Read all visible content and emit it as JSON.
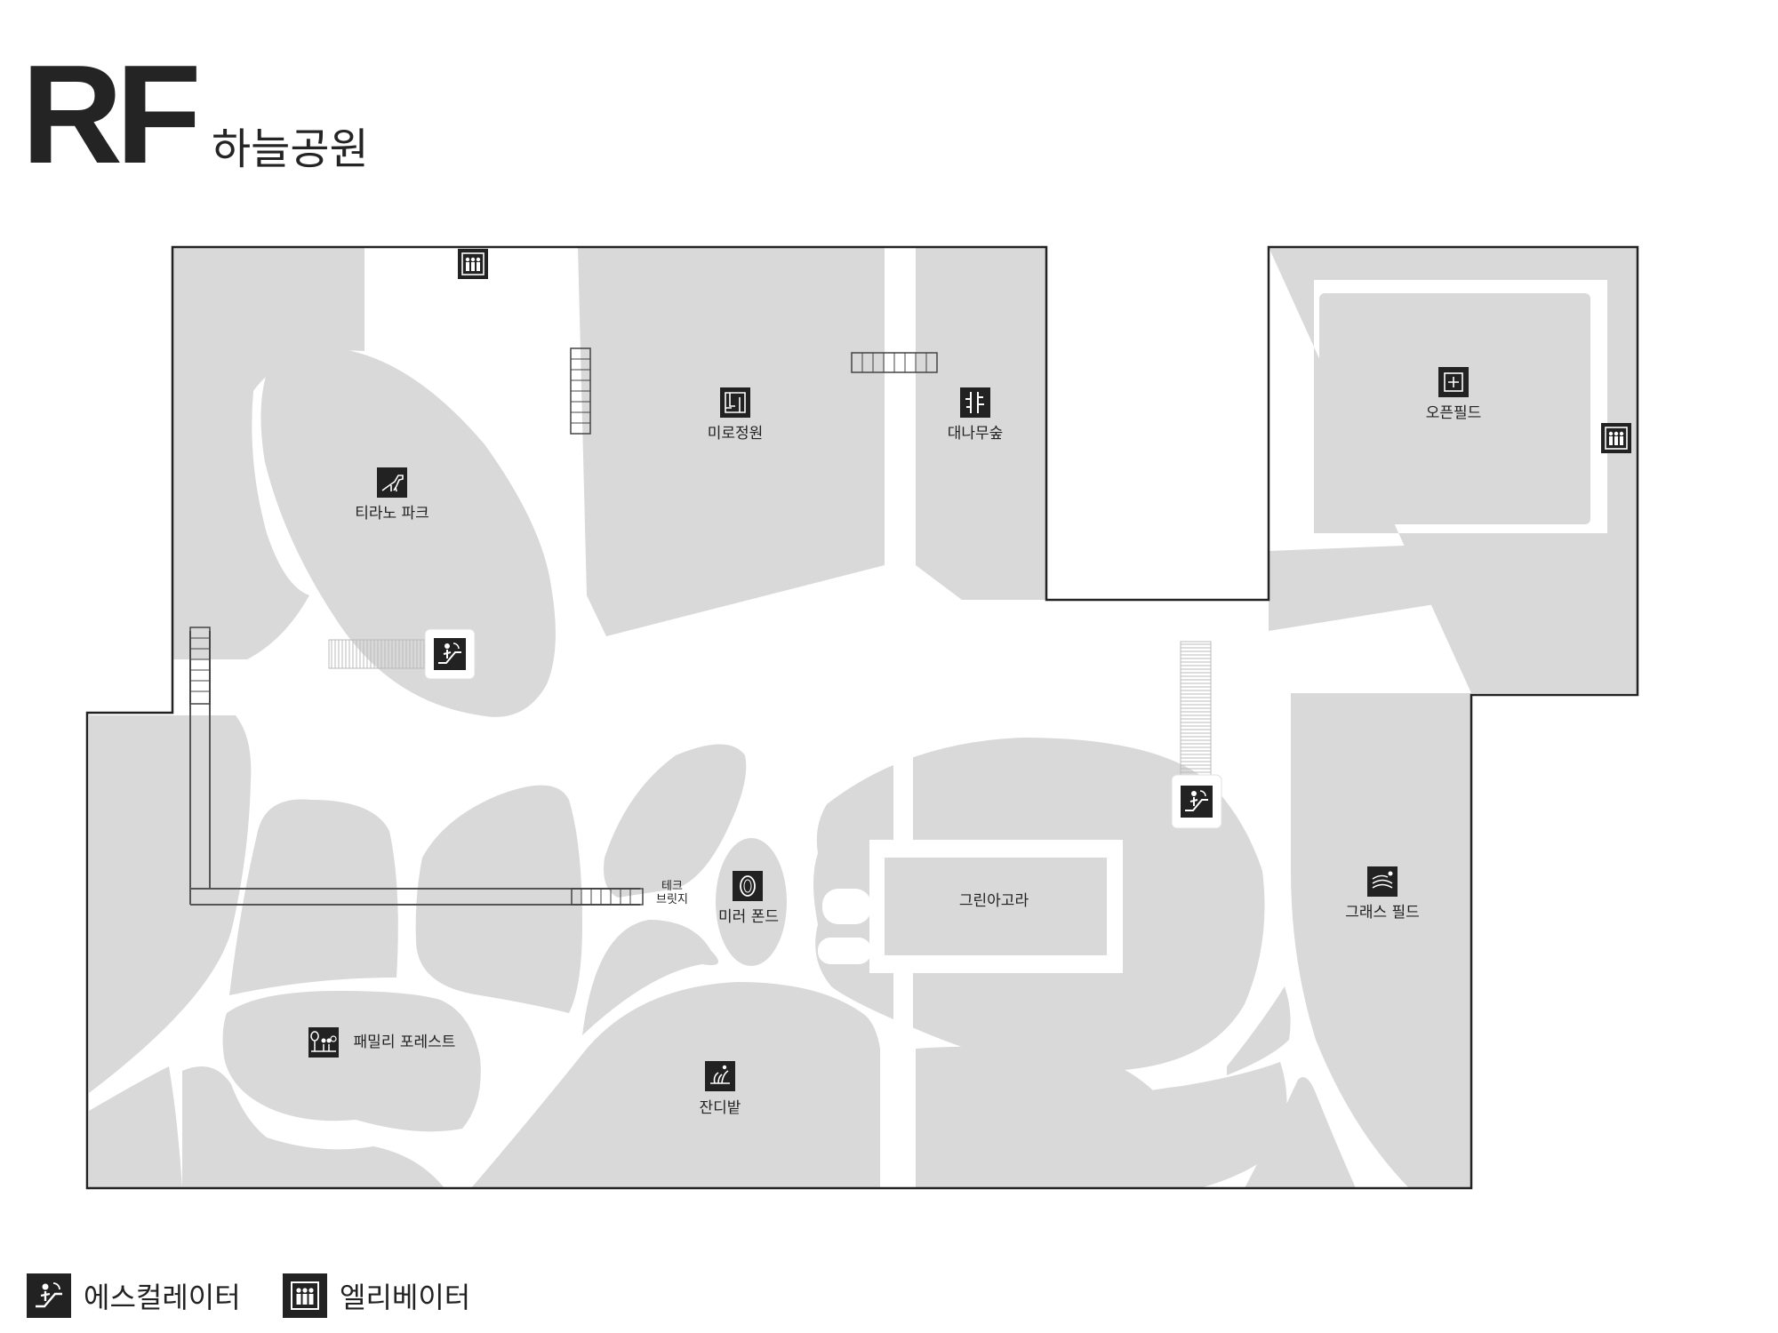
{
  "header": {
    "floor_code": "RF",
    "floor_name": "하늘공원"
  },
  "colors": {
    "zone_fill": "#d9d9d9",
    "outline": "#222222",
    "icon_bg": "#222222",
    "background": "#ffffff"
  },
  "places": {
    "tyrano_park": {
      "label": "티라노 파크",
      "icon": "dinosaur-icon"
    },
    "maze_garden": {
      "label": "미로정원",
      "icon": "maze-icon"
    },
    "bamboo_forest": {
      "label": "대나무숲",
      "icon": "bamboo-icon"
    },
    "open_field": {
      "label": "오픈필드",
      "icon": "field-plus-icon"
    },
    "tech_bridge": {
      "label_line1": "테크",
      "label_line2": "브릿지"
    },
    "mirror_pond": {
      "label": "미러 폰드",
      "icon": "mirror-icon"
    },
    "green_agora": {
      "label": "그린아고라"
    },
    "grass_field": {
      "label": "그래스 필드",
      "icon": "grass-icon"
    },
    "family_forest": {
      "label": "패밀리 포레스트",
      "icon": "family-forest-icon"
    },
    "lawn": {
      "label": "잔디밭",
      "icon": "lawn-icon"
    }
  },
  "legend": [
    {
      "icon": "escalator-icon",
      "label": "에스컬레이터"
    },
    {
      "icon": "elevator-icon",
      "label": "엘리베이터"
    }
  ]
}
